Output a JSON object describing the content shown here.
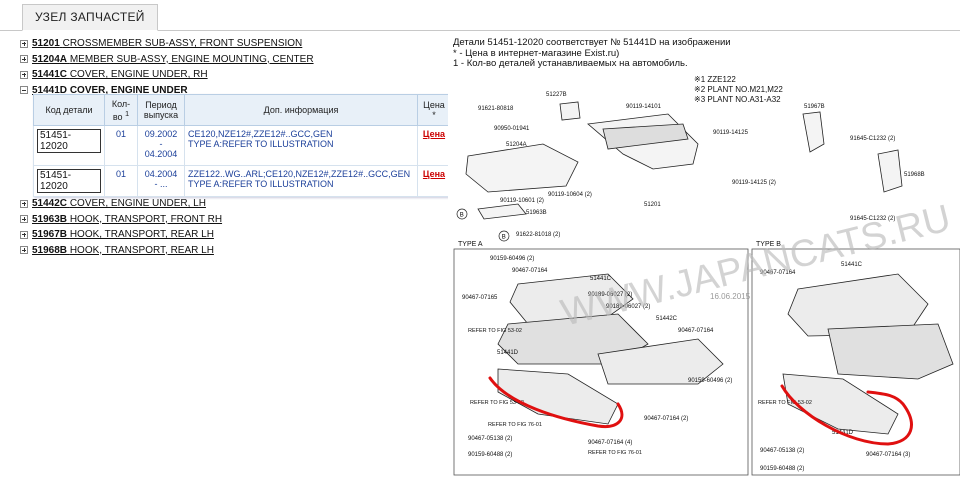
{
  "tab": {
    "label": "УЗЕЛ ЗАПЧАСТЕЙ"
  },
  "tree": {
    "items": [
      {
        "code": "51201",
        "name": "CROSSMEMBER SUB-ASSY, FRONT SUSPENSION",
        "expanded": false
      },
      {
        "code": "51204A",
        "name": "MEMBER SUB-ASSY, ENGINE MOUNTING, CENTER",
        "expanded": false
      },
      {
        "code": "51441C",
        "name": "COVER, ENGINE UNDER, RH",
        "expanded": false
      },
      {
        "code": "51441D",
        "name": "COVER, ENGINE UNDER",
        "expanded": true
      }
    ],
    "items_after": [
      {
        "code": "51442C",
        "name": "COVER, ENGINE UNDER, LH"
      },
      {
        "code": "51963B",
        "name": "HOOK, TRANSPORT, FRONT RH"
      },
      {
        "code": "51967B",
        "name": "HOOK, TRANSPORT, REAR LH"
      },
      {
        "code": "51968B",
        "name": "HOOK, TRANSPORT, REAR LH"
      }
    ]
  },
  "table": {
    "headers": {
      "code": "Код детали",
      "qty": "Кол-во",
      "qty_sup": "1",
      "period": "Период выпуска",
      "info": "Доп. информация",
      "price": "Цена",
      "price_sup": "*"
    },
    "rows": [
      {
        "code": "51451-12020",
        "qty": "01",
        "period_from": "09.2002",
        "period_sep": "-",
        "period_to": "04.2004",
        "info1": "CE120,NZE12#,ZZE12#..GCC,GEN",
        "info2": "TYPE A:REFER TO ILLUSTRATION",
        "price": "Цена"
      },
      {
        "code": "51451-12020",
        "qty": "01",
        "period_from": "04.2004",
        "period_sep": "-",
        "period_to": "...",
        "info1": "ZZE122..WG..ARL;CE120,NZE12#,ZZE12#..GCC,GEN",
        "info2": "TYPE A:REFER TO ILLUSTRATION",
        "price": "Цена"
      }
    ]
  },
  "info": {
    "line1": "Детали 51451-12020 соответствует № 51441D на изображении",
    "line2": "* - Цена в интернет-магазине Exist.ru)",
    "line3": "1 - Кол-во деталей устанавливаемых на автомобиль."
  },
  "diagram": {
    "watermark": "WWW.JAPANCATS.RU",
    "date": "16.06.2015",
    "notes": [
      "※1 ZZE122",
      "※2 PLANT NO.M21,M22",
      "※3 PLANT NO.A31-A32"
    ],
    "type_a": "TYPE A",
    "type_b": "TYPE B",
    "labels": [
      "51227B",
      "91621-80818",
      "90950-01941",
      "51204A",
      "90119-14101",
      "90119-14125",
      "51967B",
      "91645-C1232 (2)",
      "51968B",
      "90119-10604 (2)",
      "51201",
      "90119-10601 (2)",
      "51963B",
      "91622-81018 (2)",
      "90119-14125 (2)",
      "91645-C1232 (2)",
      "90159-60496 (2)",
      "51441C",
      "90467-07164",
      "51441C",
      "90467-07165",
      "90189-06027 (2)",
      "90189-06027 (2)",
      "51442C",
      "51441D",
      "90467-07164",
      "90159-60496 (2)",
      "90467-07164 (2)",
      "90467-05138 (2)",
      "90467-07164 (4)",
      "90159-60488 (2)",
      "90467-07164",
      "51441D",
      "90467-05138 (2)",
      "90159-60488 (2)",
      "90467-07164 (3)"
    ],
    "refer": [
      "REFER TO FIG 53-02",
      "REFER TO FIG 53-02",
      "REFER TO FIG 76-01",
      "REFER TO FIG 76-01",
      "REFER TO FIG 53-02"
    ],
    "circle_b": "B"
  }
}
